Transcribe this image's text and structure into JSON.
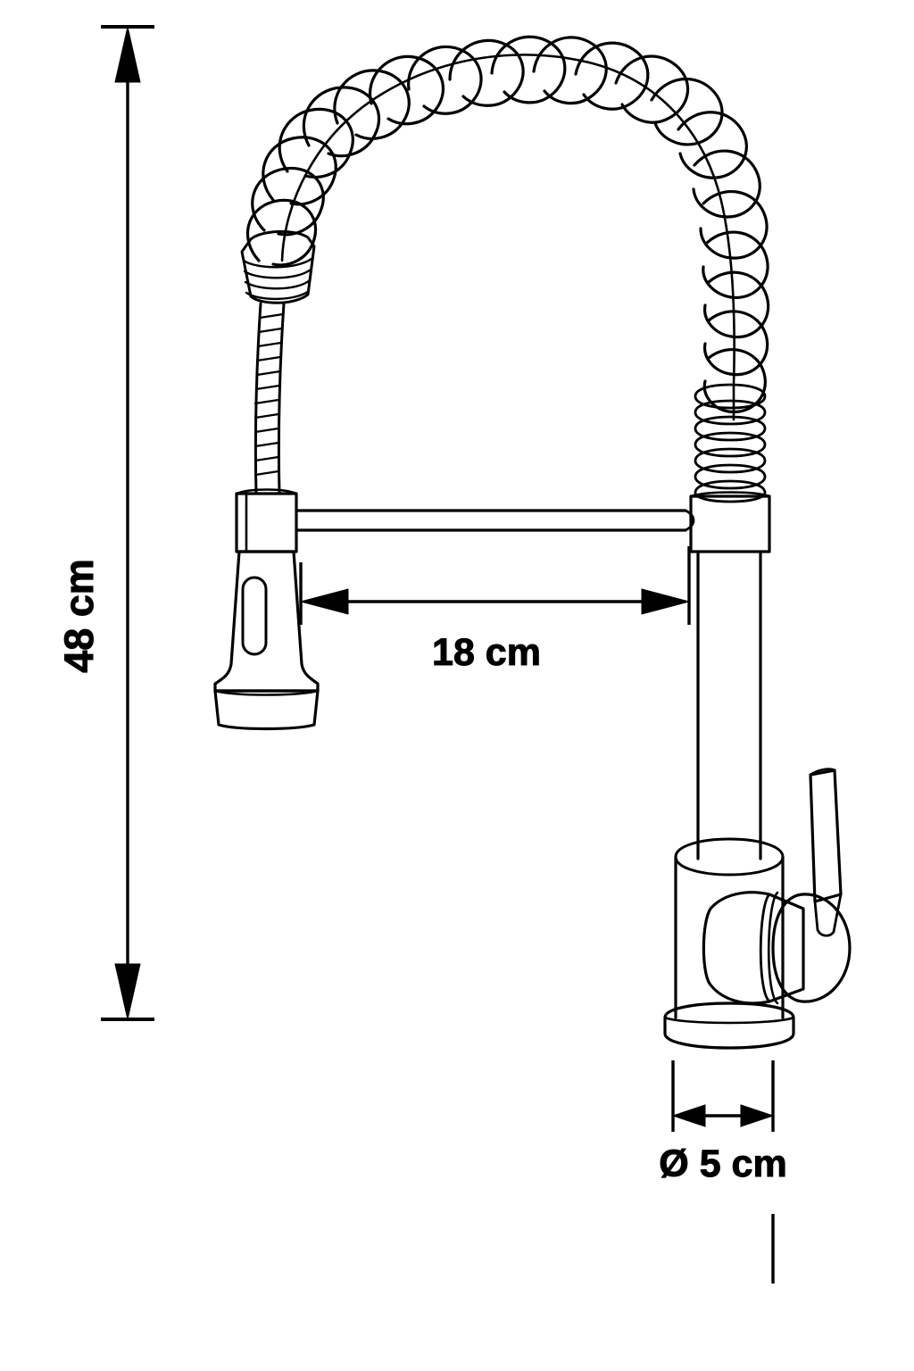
{
  "drawing": {
    "title": "Kitchen faucet technical dimension drawing",
    "product": "Pull-down spring kitchen faucet",
    "background_color": "#ffffff",
    "line_color": "#000000",
    "view": "front elevation"
  },
  "dimensions": {
    "height": {
      "label": "48 cm",
      "value": 48,
      "unit": "cm",
      "orientation": "vertical",
      "rotation_deg": -90,
      "arrow_style": "double-ended-with-ticks"
    },
    "reach": {
      "label": "18 cm",
      "value": 18,
      "unit": "cm",
      "orientation": "horizontal",
      "arrow_style": "double-ended"
    },
    "diameter": {
      "label": "Ø 5 cm",
      "symbol": "Ø",
      "value": 5,
      "unit": "cm",
      "orientation": "horizontal",
      "arrow_style": "double-ended"
    }
  },
  "parts": {
    "coil_hose": "coiled spring hose",
    "flex_hose": "ribbed flexible hose",
    "sleeve": "corrugated sleeve",
    "spray_head": "pull-down spray head",
    "spray_button": "spray mode button",
    "spray_base": "spray head outlet flange",
    "support_bar": "horizontal support bar",
    "spout_collar": "spout collar",
    "coil_collar": "coil base collar",
    "riser": "vertical riser tube",
    "valve_body": "valve body cylinder",
    "cartridge": "cartridge housing",
    "cartridge_cap": "cartridge cap disc",
    "lever_handle": "lever handle",
    "base_flange": "base mounting flange"
  }
}
